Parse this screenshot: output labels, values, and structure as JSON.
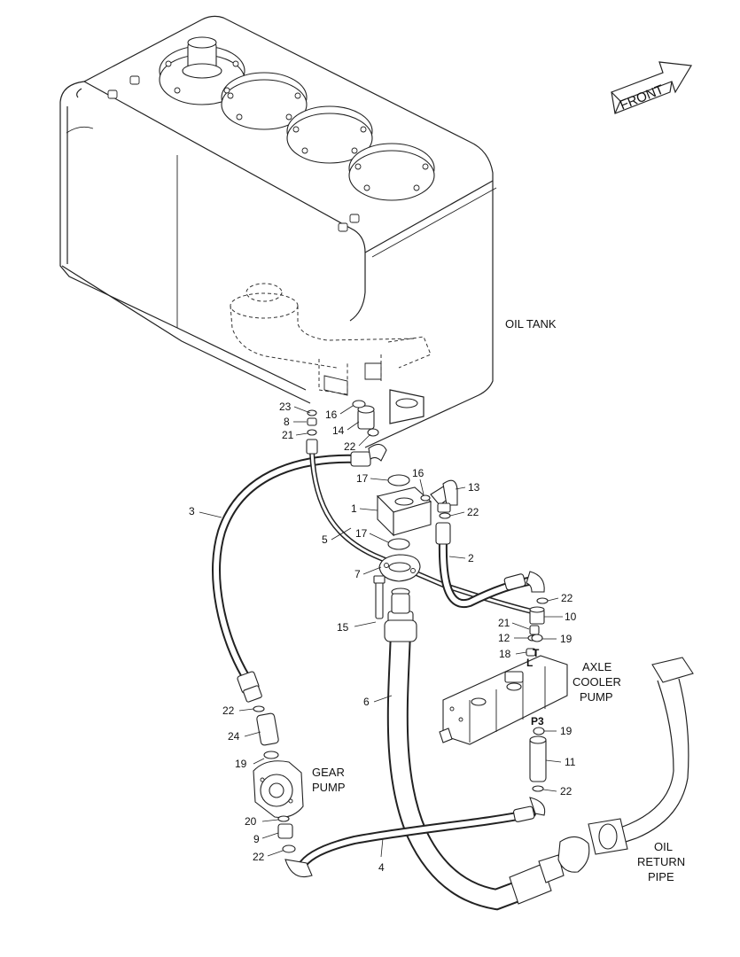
{
  "front_indicator": {
    "text": "FRONT"
  },
  "assembly_labels": {
    "oil_tank": "OIL TANK",
    "axle_cooler_pump": [
      "AXLE",
      "COOLER",
      "PUMP"
    ],
    "gear_pump": [
      "GEAR",
      "PUMP"
    ],
    "oil_return_pipe": [
      "OIL",
      "RETURN",
      "PIPE"
    ]
  },
  "port_labels": {
    "l": "L",
    "t": "T",
    "p3": "P3"
  },
  "callouts": [
    {
      "id": "c23",
      "text": "23"
    },
    {
      "id": "c16a",
      "text": "16"
    },
    {
      "id": "c8",
      "text": "8"
    },
    {
      "id": "c14",
      "text": "14"
    },
    {
      "id": "c21a",
      "text": "21"
    },
    {
      "id": "c22a",
      "text": "22"
    },
    {
      "id": "c16b",
      "text": "16"
    },
    {
      "id": "c17a",
      "text": "17"
    },
    {
      "id": "c13",
      "text": "13"
    },
    {
      "id": "c3",
      "text": "3"
    },
    {
      "id": "c1",
      "text": "1"
    },
    {
      "id": "c22b",
      "text": "22"
    },
    {
      "id": "c5",
      "text": "5"
    },
    {
      "id": "c17b",
      "text": "17"
    },
    {
      "id": "c2",
      "text": "2"
    },
    {
      "id": "c7",
      "text": "7"
    },
    {
      "id": "c22c",
      "text": "22"
    },
    {
      "id": "c10",
      "text": "10"
    },
    {
      "id": "c21b",
      "text": "21"
    },
    {
      "id": "c15",
      "text": "15"
    },
    {
      "id": "c12",
      "text": "12"
    },
    {
      "id": "c19a",
      "text": "19"
    },
    {
      "id": "c18",
      "text": "18"
    },
    {
      "id": "c6",
      "text": "6"
    },
    {
      "id": "c22d",
      "text": "22"
    },
    {
      "id": "c24",
      "text": "24"
    },
    {
      "id": "c19b",
      "text": "19"
    },
    {
      "id": "c19c",
      "text": "19"
    },
    {
      "id": "c11",
      "text": "11"
    },
    {
      "id": "c22e",
      "text": "22"
    },
    {
      "id": "c20",
      "text": "20"
    },
    {
      "id": "c9",
      "text": "9"
    },
    {
      "id": "c22f",
      "text": "22"
    },
    {
      "id": "c4",
      "text": "4"
    }
  ]
}
